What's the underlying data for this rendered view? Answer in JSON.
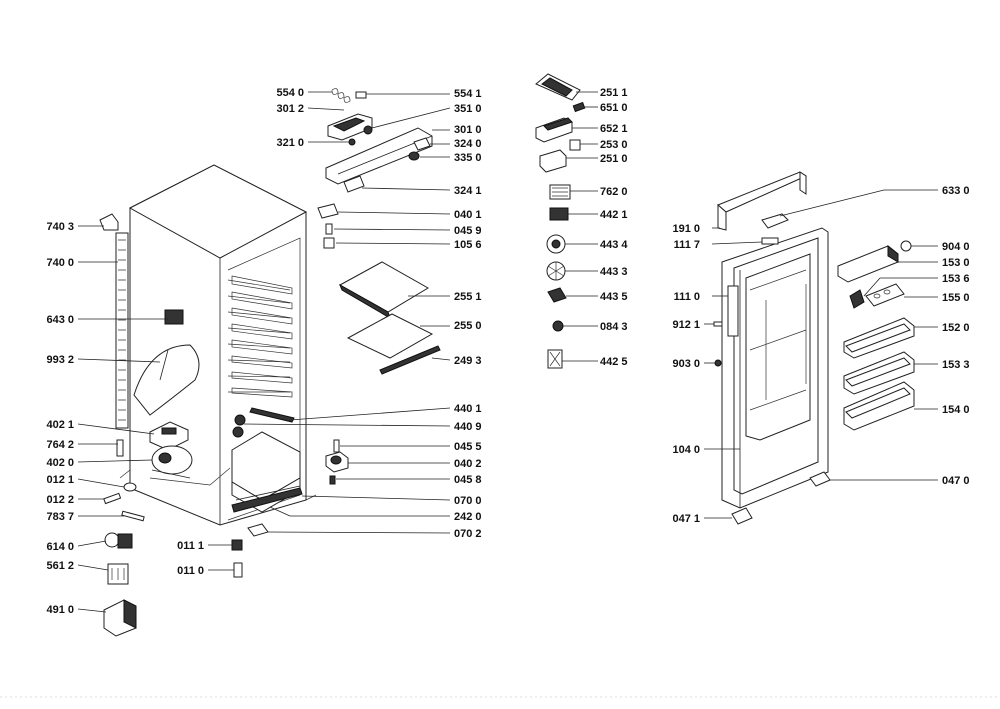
{
  "callouts": {
    "c5540": "554 0",
    "c5541": "554 1",
    "c3012": "301 2",
    "c3510": "351 0",
    "c3210": "321 0",
    "c3010": "301 0",
    "c3240": "324 0",
    "c3350": "335 0",
    "c3241": "324 1",
    "c0401": "040 1",
    "c0459": "045 9",
    "c1056": "105 6",
    "c2551": "255 1",
    "c2550": "255 0",
    "c2493": "249 3",
    "c4401": "440 1",
    "c4409": "440 9",
    "c0455": "045 5",
    "c0402": "040 2",
    "c0458": "045 8",
    "c0700": "070 0",
    "c2420": "242 0",
    "c0702": "070 2",
    "c0111": "011 1",
    "c0110": "011 0",
    "c7403": "740 3",
    "c7400": "740 0",
    "c6430": "643 0",
    "c9932": "993 2",
    "c4021": "402 1",
    "c7642": "764 2",
    "c4020": "402 0",
    "c0121": "012 1",
    "c0122": "012 2",
    "c7837": "783 7",
    "c6140": "614 0",
    "c5612": "561 2",
    "c4910": "491 0",
    "c2511": "251 1",
    "c6510": "651 0",
    "c6521": "652 1",
    "c2530": "253 0",
    "c2510": "251 0",
    "c7620": "762 0",
    "c4421": "442 1",
    "c4434": "443 4",
    "c4433": "443 3",
    "c4435": "443 5",
    "c0843": "084 3",
    "c4425": "442 5",
    "c6330": "633 0",
    "c1910": "191 0",
    "c1117": "111 7",
    "c9040": "904 0",
    "c1530": "153 0",
    "c1536": "153 6",
    "c1110": "111 0",
    "c1550": "155 0",
    "c9121": "912 1",
    "c1520": "152 0",
    "c9030": "903 0",
    "c1533": "153 3",
    "c1540": "154 0",
    "c1040": "104 0",
    "c0470": "047 0",
    "c0471": "047 1"
  }
}
